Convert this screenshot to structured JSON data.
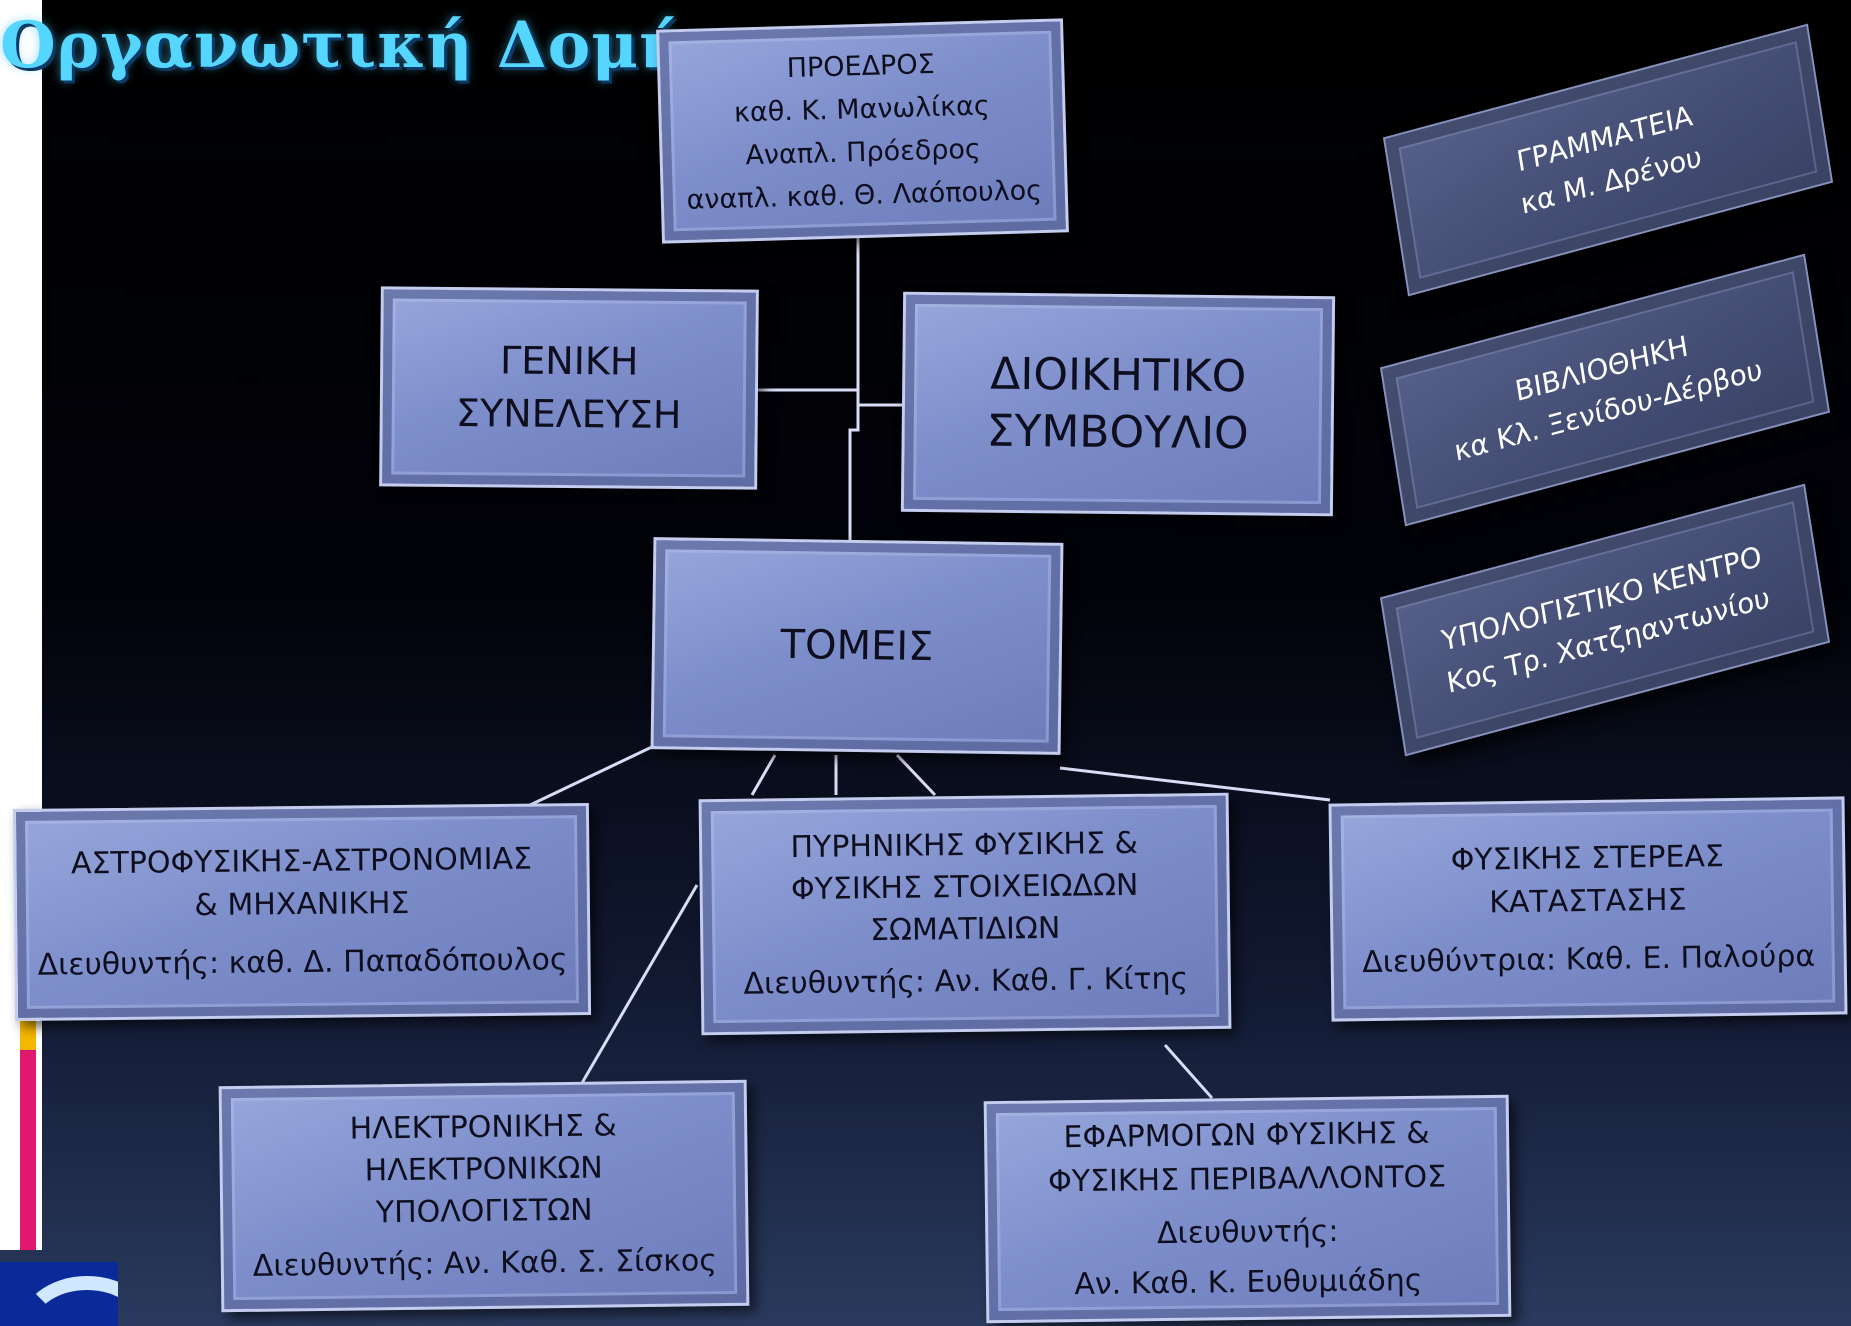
{
  "title": "Οργανωτική Δομή",
  "colors": {
    "title": "#55d6ff",
    "box": "#7d8ecb",
    "slab": "#434c72",
    "connector": "#d8def5"
  },
  "president": {
    "line1": "ΠΡΟΕΔΡΟΣ",
    "line2": "καθ. Κ. Μανωλίκας",
    "line3": "Αναπλ. Πρόεδρος",
    "line4": "αναπλ. καθ. Θ. Λαόπουλος"
  },
  "general_assembly": {
    "line1": "ΓΕΝΙΚΗ",
    "line2": "ΣΥΝΕΛΕΥΣΗ"
  },
  "board": {
    "line1": "ΔΙΟΙΚΗΤΙΚΟ",
    "line2": "ΣΥΜΒΟΥΛΙΟ"
  },
  "sectors": {
    "label": "ΤΟΜΕΙΣ"
  },
  "departments": {
    "astro": {
      "line1": "ΑΣΤΡΟΦΥΣΙΚΗΣ-ΑΣΤΡΟΝΟΜΙΑΣ",
      "line2": "& ΜΗΧΑΝΙΚΗΣ",
      "director": "Διευθυντής: καθ. Δ. Παπαδόπουλος"
    },
    "nuclear": {
      "line1": "ΠΥΡΗΝΙΚΗΣ ΦΥΣΙΚΗΣ &",
      "line2": "ΦΥΣΙΚΗΣ ΣΤΟΙΧΕΙΩΔΩΝ",
      "line3": "ΣΩΜΑΤΙΔΙΩΝ",
      "director": "Διευθυντής: Αν. Καθ.  Γ. Κίτης"
    },
    "solid": {
      "line1": "ΦΥΣΙΚΗΣ ΣΤΕΡΕΑΣ",
      "line2": "ΚΑΤΑΣΤΑΣΗΣ",
      "director": "Διευθύντρια: Καθ.  Ε. Παλούρα"
    },
    "electronics": {
      "line1": "ΗΛΕΚΤΡΟΝΙΚΗΣ &",
      "line2": "ΗΛΕΚΤΡΟΝΙΚΩΝ",
      "line3": "ΥΠΟΛΟΓΙΣΤΩΝ",
      "director": "Διευθυντής: Αν. Καθ.  Σ. Σίσκος"
    },
    "applied": {
      "line1": "ΕΦΑΡΜΟΓΩΝ ΦΥΣΙΚΗΣ &",
      "line2": "ΦΥΣΙΚΗΣ ΠΕΡΙΒΑΛΛΟΝΤΟΣ",
      "director_label": "Διευθυντής:",
      "director_name": "Αν. Καθ.  Κ. Ευθυμιάδης"
    }
  },
  "services": {
    "secretariat": {
      "line1": "ΓΡΑΜΜΑΤΕΙΑ",
      "line2": "κα  Μ. Δρένου"
    },
    "library": {
      "line1": "ΒΙΒΛΙΟΘΗΚΗ",
      "line2": "κα  Κλ.  Ξενίδου-Δέρβου"
    },
    "computing": {
      "line1": "ΥΠΟΛΟΓΙΣΤΙΚΟ ΚΕΝΤΡΟ",
      "line2": "Κος Τρ. Χατζηαντωνίου"
    }
  }
}
